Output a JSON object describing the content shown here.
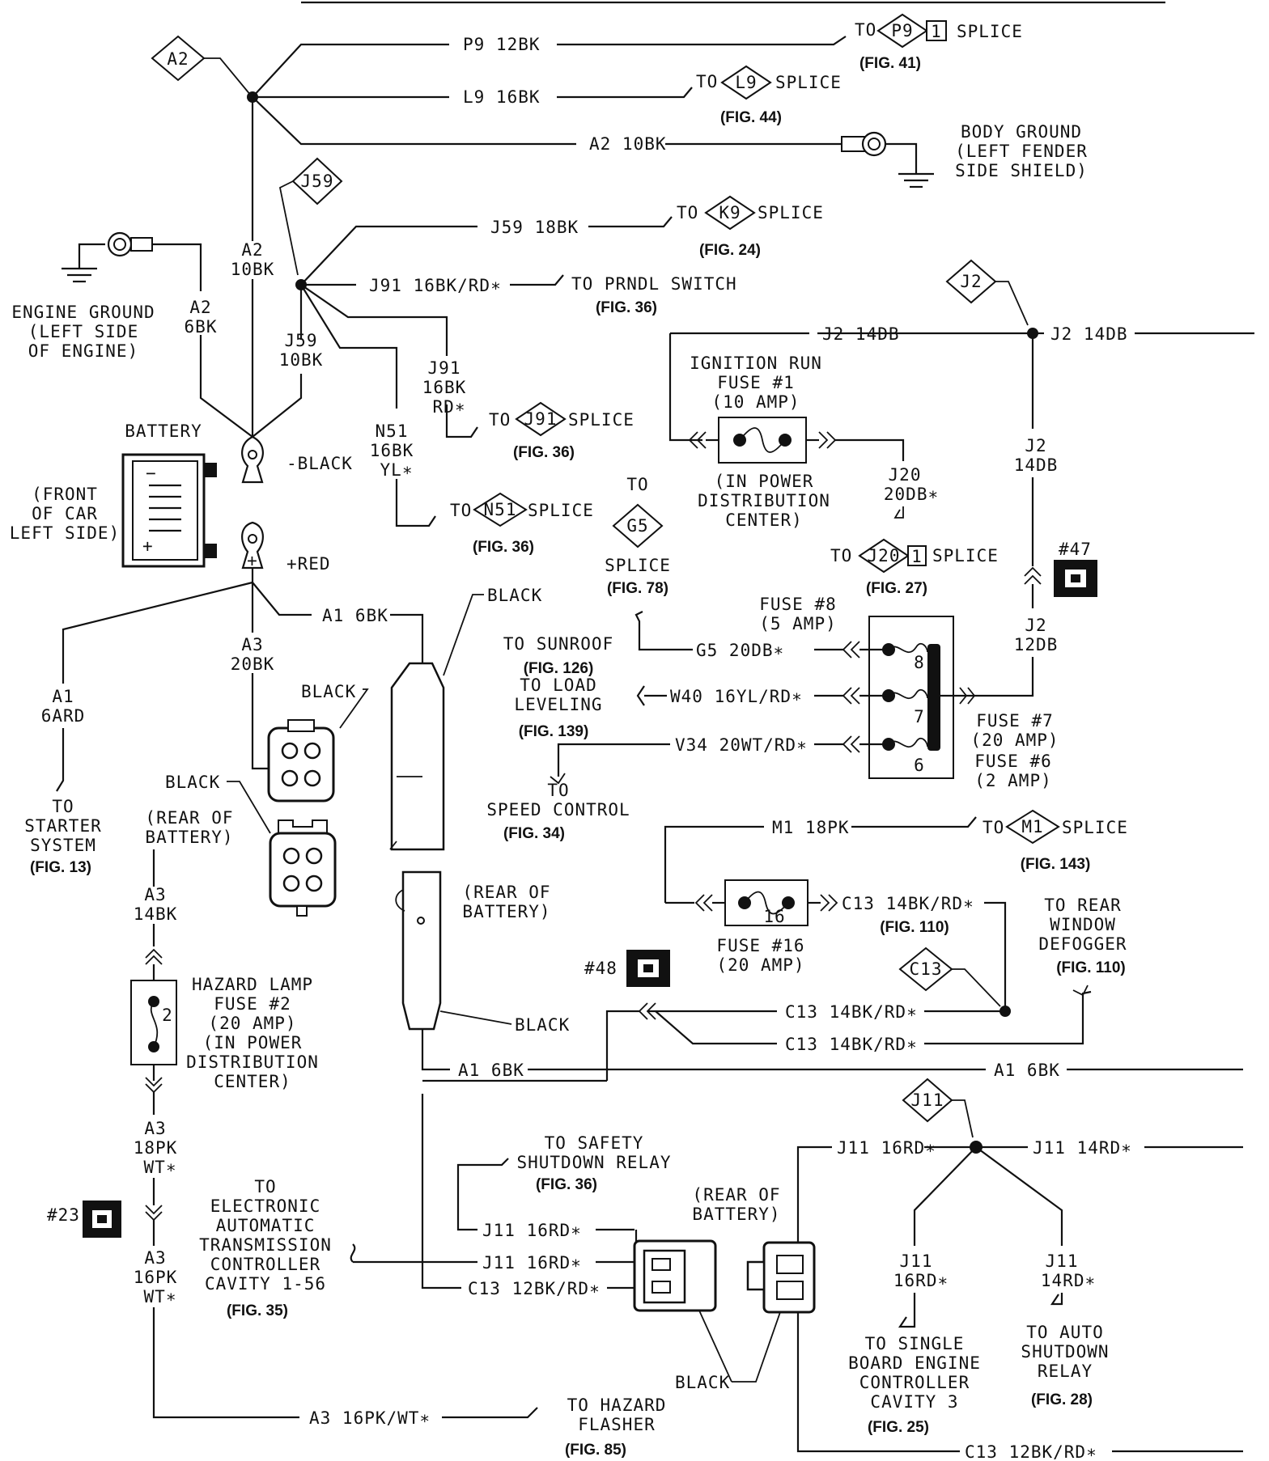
{
  "diagram": {
    "splices": {
      "a2": "A2",
      "j59": "J59",
      "j2": "J2",
      "c13": "C13",
      "j11": "J11",
      "p9": "P9",
      "l9": "L9",
      "k9": "K9",
      "j91": "J91",
      "n51": "N51",
      "g5": "G5",
      "j20": "J20",
      "m1": "M1",
      "p9_pin": "1",
      "j20_pin": "1"
    },
    "wires": {
      "p9": "P9 12BK",
      "l9": "L9 16BK",
      "a2_10": "A2 10BK",
      "j59_18": "J59 18BK",
      "j91_top": "J91 16BK/RD∗",
      "a2_vert_1": "A2",
      "a2_vert_2": "10BK",
      "a2_6_1": "A2",
      "a2_6_2": "6BK",
      "j59_10_1": "J59",
      "j59_10_2": "10BK",
      "j91_v_1": "J91",
      "j91_v_2": "16BK",
      "j91_v_3": "RD∗",
      "n51_1": "N51",
      "n51_2": "16BK",
      "n51_3": "YL∗",
      "j2_left": "J2 14DB",
      "j2_right": "J2 14DB",
      "j2_v_1": "J2",
      "j2_v_2": "14DB",
      "j2_12_1": "J2",
      "j2_12_2": "12DB",
      "j20_1": "J20",
      "j20_2": "20DB∗",
      "g5": "G5 20DB∗",
      "w40": "W40 16YL/RD∗",
      "v34": "V34 20WT/RD∗",
      "a1_6bk_top": "A1 6BK",
      "a3_20_1": "A3",
      "a3_20_2": "20BK",
      "a1_6ard_1": "A1",
      "a1_6ard_2": "6ARD",
      "a3_14_1": "A3",
      "a3_14_2": "14BK",
      "m1": "M1 18PK",
      "c13_14_fuse": "C13 14BK/RD∗",
      "c13_14_a": "C13 14BK/RD∗",
      "c13_14_b": "C13 14BK/RD∗",
      "a1_6bk_low": "A1 6BK",
      "a1_6bk_right": "A1 6BK",
      "a3_18_1": "A3",
      "a3_18_2": "18PK",
      "a3_18_3": "WT∗",
      "a3_16_1": "A3",
      "a3_16_2": "16PK",
      "a3_16_3": "WT∗",
      "a3_bottom": "A3 16PK/WT∗",
      "j11_16_top": "J11 16RD∗",
      "j11_14_top": "J11 14RD∗",
      "j11_conn_a": "J11 16RD∗",
      "j11_conn_b": "J11 16RD∗",
      "c13_12": "C13 12BK/RD∗",
      "c13_12_bottom": "C13 12BK/RD∗",
      "j11_16_v_1": "J11",
      "j11_16_v_2": "16RD∗",
      "j11_14_v_1": "J11",
      "j11_14_v_2": "14RD∗"
    },
    "labels": {
      "to": "TO",
      "splice": "SPLICE",
      "body_ground": [
        "BODY GROUND",
        "(LEFT FENDER",
        "SIDE SHIELD)"
      ],
      "engine_ground": [
        "ENGINE GROUND",
        "(LEFT SIDE",
        "OF ENGINE)"
      ],
      "battery": "BATTERY",
      "front_left": [
        "(FRONT",
        "OF CAR",
        "LEFT SIDE)"
      ],
      "minus_black": "-BLACK",
      "plus_red": "+RED",
      "minus": "−",
      "plus": "+",
      "to_prndl": "TO PRNDL SWITCH",
      "ign_run": [
        "IGNITION RUN",
        "FUSE #1",
        "(10 AMP)"
      ],
      "in_pdc": [
        "(IN POWER",
        "DISTRIBUTION",
        "CENTER)"
      ],
      "fuse8": [
        "FUSE #8",
        "(5 AMP)"
      ],
      "fuse7": [
        "FUSE #7",
        "(20 AMP)"
      ],
      "fuse6": [
        "FUSE #6",
        "(2 AMP)"
      ],
      "fuse_nums": [
        "8",
        "7",
        "6"
      ],
      "fuse16": [
        "FUSE #16",
        "(20 AMP)"
      ],
      "fuse16_num": "16",
      "hazard_fuse": [
        "HAZARD LAMP",
        "FUSE #2",
        "(20 AMP)",
        "(IN POWER",
        "DISTRIBUTION",
        "CENTER)"
      ],
      "hazard_num": "2",
      "to_sunroof": "TO SUNROOF",
      "to_load": [
        "TO LOAD",
        "LEVELING"
      ],
      "to_speed": [
        "TO",
        "SPEED CONTROL"
      ],
      "to_starter": [
        "TO",
        "STARTER",
        "SYSTEM"
      ],
      "black": "BLACK",
      "rear_of_battery": [
        "(REAR OF",
        "BATTERY)"
      ],
      "to_rear_window": [
        "TO REAR",
        "WINDOW",
        "DEFOGGER"
      ],
      "conn47": "#47",
      "conn48": "#48",
      "conn23": "#23",
      "to_safety": [
        "TO SAFETY",
        "SHUTDOWN RELAY"
      ],
      "to_eatc": [
        "TO",
        "ELECTRONIC",
        "AUTOMATIC",
        "TRANSMISSION",
        "CONTROLLER",
        "CAVITY 1-56"
      ],
      "to_hazard_flasher": [
        "TO HAZARD",
        "FLASHER"
      ],
      "to_sbec": [
        "TO SINGLE",
        "BOARD ENGINE",
        "CONTROLLER",
        "CAVITY 3"
      ],
      "to_asd": [
        "TO AUTO",
        "SHUTDOWN",
        "RELAY"
      ]
    },
    "figs": {
      "f41": "(FIG. 41)",
      "f44": "(FIG. 44)",
      "f24": "(FIG. 24)",
      "f36a": "(FIG. 36)",
      "f36b": "(FIG. 36)",
      "f36c": "(FIG. 36)",
      "f78": "(FIG. 78)",
      "f27": "(FIG. 27)",
      "f126": "(FIG. 126)",
      "f139": "(FIG. 139)",
      "f34": "(FIG. 34)",
      "f13": "(FIG. 13)",
      "f143": "(FIG. 143)",
      "f110a": "(FIG. 110)",
      "f110b": "(FIG. 110)",
      "f36d": "(FIG. 36)",
      "f35": "(FIG. 35)",
      "f85": "(FIG. 85)",
      "f25": "(FIG. 25)",
      "f28": "(FIG. 28)"
    }
  }
}
